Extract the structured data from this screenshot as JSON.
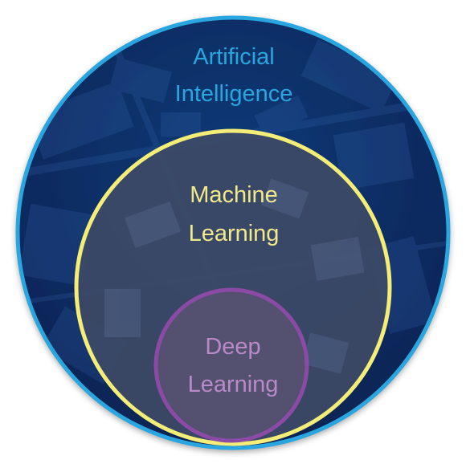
{
  "diagram": {
    "outer": {
      "line1": "Artificial",
      "line2": "Intelligence",
      "ring_color": "#29a6e0",
      "fill_color": "#0c2a5e"
    },
    "middle": {
      "line1": "Machine",
      "line2": "Learning",
      "ring_color": "#f4ee78",
      "fill_color": "#3a4760"
    },
    "inner": {
      "line1": "Deep",
      "line2": "Learning",
      "ring_color": "#8a4aa6",
      "fill_color": "#52506e"
    }
  }
}
